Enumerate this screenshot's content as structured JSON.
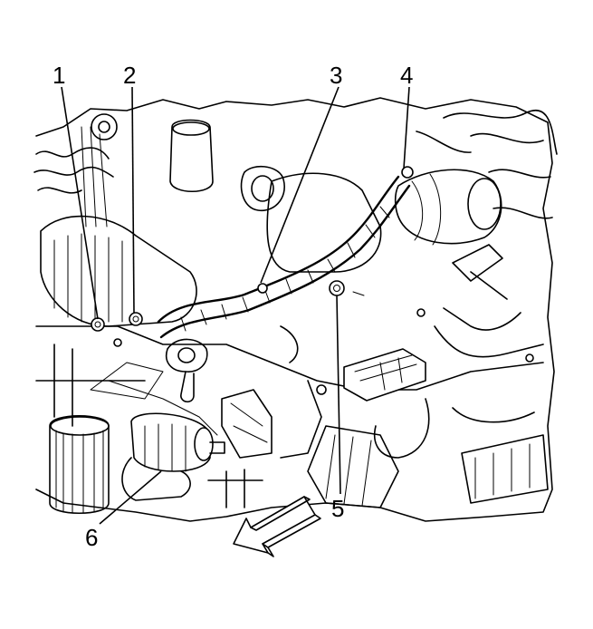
{
  "figure": {
    "callouts": [
      {
        "id": "1",
        "label": "1"
      },
      {
        "id": "2",
        "label": "2"
      },
      {
        "id": "3",
        "label": "3"
      },
      {
        "id": "4",
        "label": "4"
      },
      {
        "id": "5",
        "label": "5"
      },
      {
        "id": "6",
        "label": "6"
      }
    ],
    "colors": {
      "line": "#000000",
      "background": "#ffffff"
    },
    "direction_arrow": "front-arrow-icon"
  }
}
